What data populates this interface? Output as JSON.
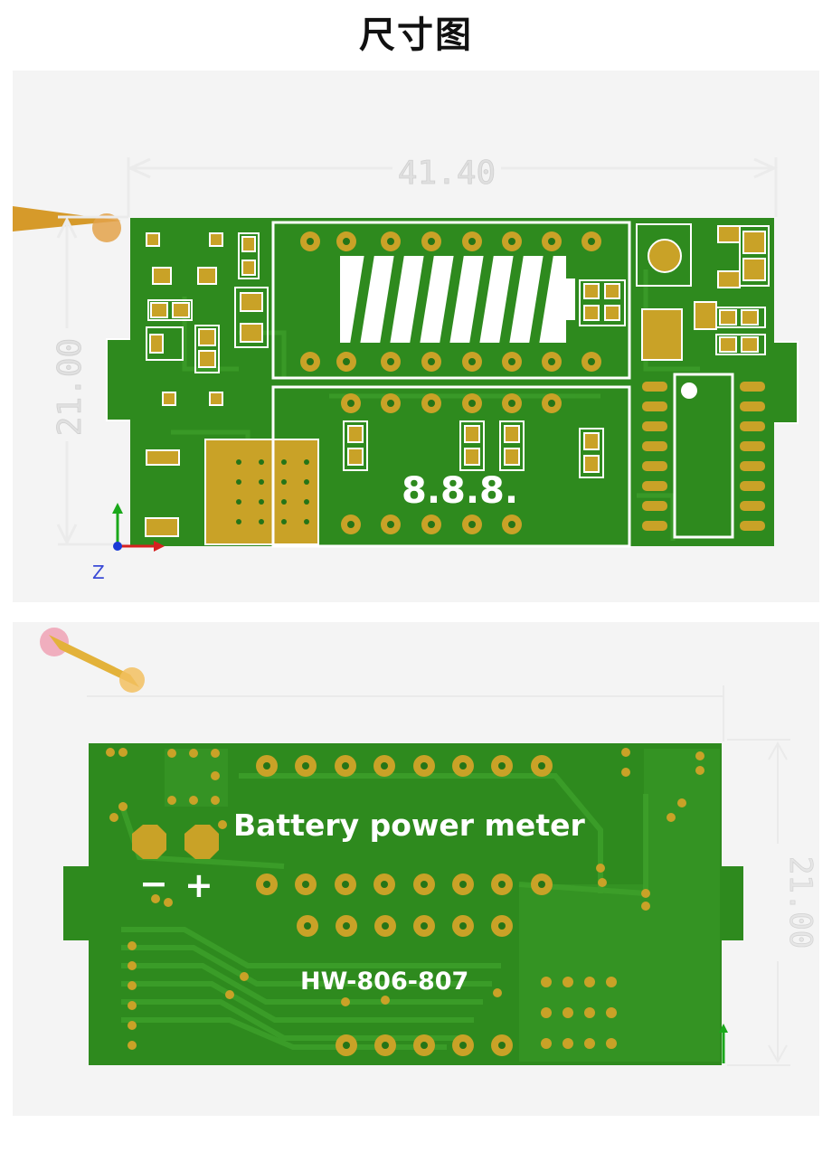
{
  "page": {
    "title": "尺寸图"
  },
  "top_view": {
    "width_dim": "41.40",
    "height_dim": "21.00",
    "display_text": "8.8.8.",
    "axis_label": "Z"
  },
  "bottom_view": {
    "silk_title": "Battery power meter",
    "model": "HW-806-807",
    "minus": "−",
    "plus": "+",
    "height_dim": "21.00"
  },
  "colors": {
    "pcb": "#2e8a1e",
    "pcb_dark": "#257417",
    "pad": "#c9a227",
    "silk": "#ffffff",
    "dimension": "#f2f2f2",
    "background": "#f4f4f4"
  }
}
